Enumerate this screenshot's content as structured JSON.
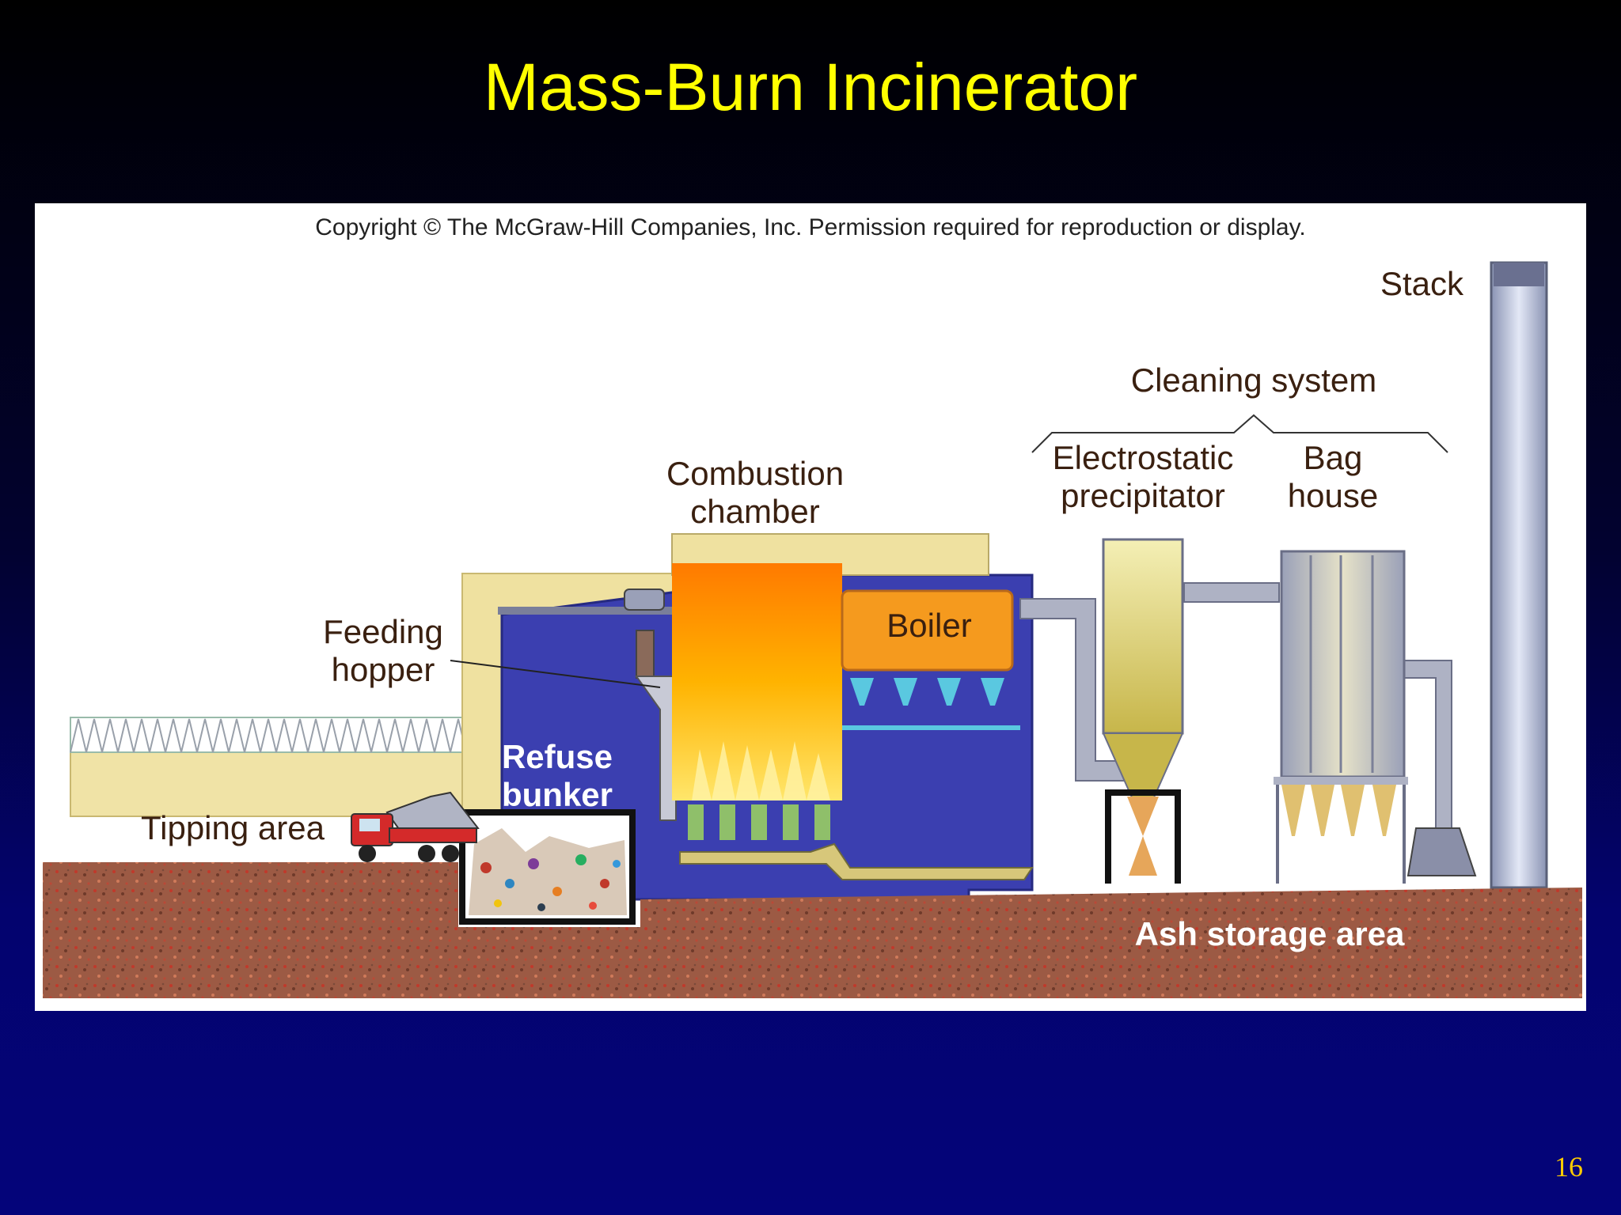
{
  "slide": {
    "title": "Mass-Burn Incinerator",
    "page_number": "16"
  },
  "figure": {
    "copyright": "Copyright © The McGraw-Hill Companies, Inc. Permission required for reproduction or display.",
    "labels": {
      "stack": "Stack",
      "cleaning_system": "Cleaning system",
      "electrostatic_1": "Electrostatic",
      "electrostatic_2": "precipitator",
      "baghouse_1": "Bag",
      "baghouse_2": "house",
      "combustion_1": "Combustion",
      "combustion_2": "chamber",
      "boiler": "Boiler",
      "feeding_1": "Feeding",
      "feeding_2": "hopper",
      "refuse_1": "Refuse",
      "refuse_2": "bunker",
      "tipping": "Tipping area",
      "ash": "Ash storage area"
    }
  },
  "colors": {
    "title": "#ffff00",
    "building": "#3b3fb0",
    "ground": "#9a5a42",
    "flame": "#ff9900",
    "boiler": "#f59a1e"
  }
}
